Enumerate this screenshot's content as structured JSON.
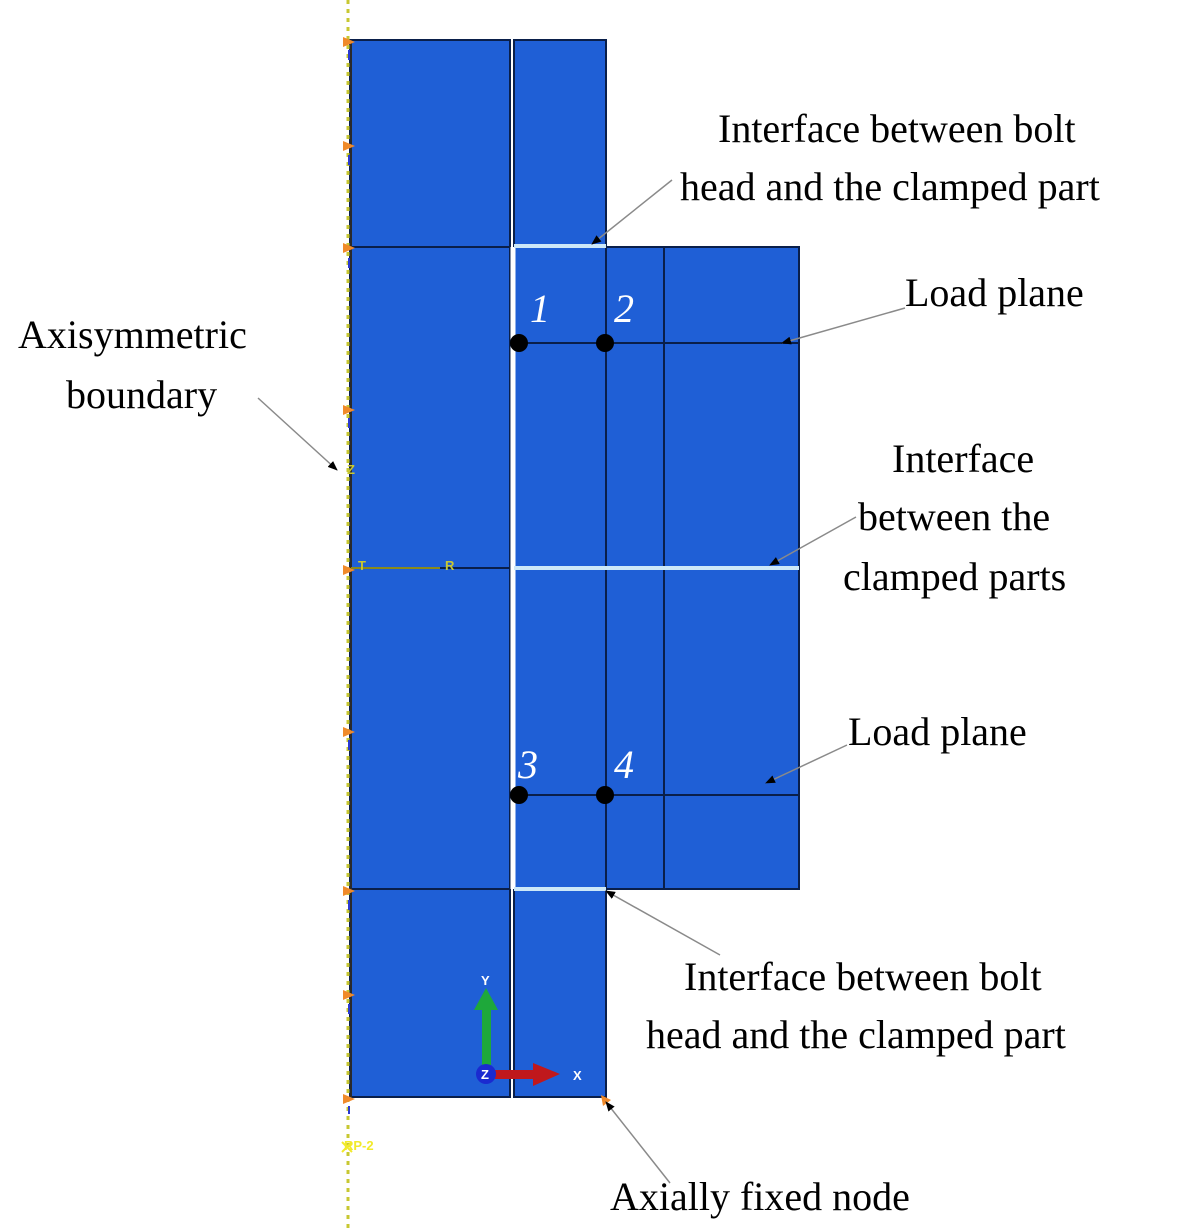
{
  "colors": {
    "mesh_fill": "#1f5fd6",
    "mesh_edge": "#0a1f4a",
    "interface_line": "#cde8f8",
    "axis_line": "#c8c832",
    "bc_marker": "#f08a2a",
    "node_marker": "#000000",
    "triad_x": "#c0181c",
    "triad_y": "#1ea83a",
    "triad_z": "#1a2ad0"
  },
  "labels": {
    "axisymmetric_line1": "Axisymmetric",
    "axisymmetric_line2": "boundary",
    "interface_top_line1": "Interface between bolt",
    "interface_top_line2": "head and the clamped part",
    "load_plane_top": "Load plane",
    "interface_mid_line1": "Interface",
    "interface_mid_line2": "between  the",
    "interface_mid_line3": "clamped parts",
    "load_plane_bottom": "Load plane",
    "interface_bottom_line1": "Interface between bolt",
    "interface_bottom_line2": "head and the clamped part",
    "axially_fixed": "Axially fixed node"
  },
  "nodes": [
    {
      "label": "1"
    },
    {
      "label": "2"
    },
    {
      "label": "3"
    },
    {
      "label": "4"
    }
  ],
  "axis_text": {
    "z": "Z",
    "t": "T",
    "r": "R",
    "rp": "RP-2"
  },
  "triad": {
    "y": "Y",
    "x": "X",
    "z": "Z"
  }
}
